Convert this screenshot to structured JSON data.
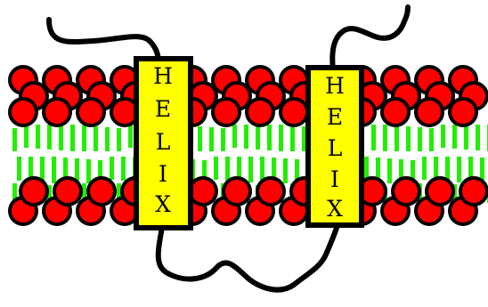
{
  "colors": {
    "background": "#ffffff",
    "lipid_head": "#ff0000",
    "lipid_tail": "#22ee00",
    "helix_fill": "#ffff00",
    "outline": "#000000"
  },
  "helices": [
    {
      "label": "HELIX",
      "letters": [
        "H",
        "E",
        "L",
        "I",
        "X"
      ]
    },
    {
      "label": "HELIX",
      "letters": [
        "H",
        "E",
        "L",
        "I",
        "X"
      ]
    }
  ],
  "structure": {
    "bilayer": "lipid-bilayer",
    "head_rows": 4,
    "heads_per_row": 13,
    "transmembrane_segments": 2
  }
}
